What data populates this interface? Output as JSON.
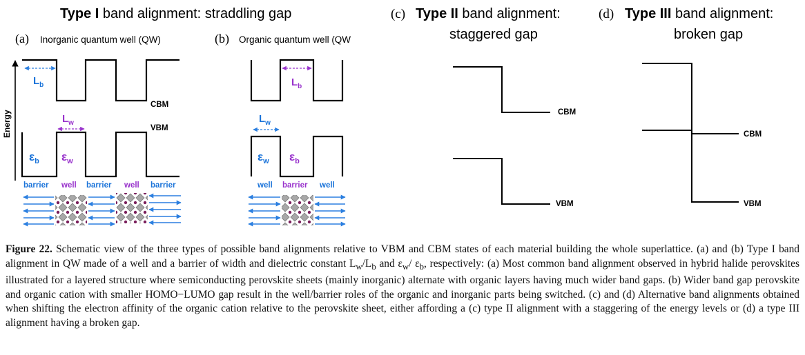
{
  "figure": {
    "title_type_i": {
      "bold": "Type I",
      "rest": " band alignment: straddling gap"
    },
    "panel_a": {
      "letter": "(a)",
      "title": "Inorganic quantum well (QW)"
    },
    "panel_b": {
      "letter": "(b)",
      "title": "Organic quantum well (QW"
    },
    "panel_c": {
      "letter": "(c)",
      "bold": "Type II",
      "rest": " band alignment:",
      "line2": "staggered gap"
    },
    "panel_d": {
      "letter": "(d)",
      "bold": "Type III",
      "rest": " band alignment:",
      "line2": "broken gap"
    },
    "energy_label": "Energy",
    "cbm": "CBM",
    "vbm": "VBM",
    "lb": {
      "base": "L",
      "sub": "b"
    },
    "lw": {
      "base": "L",
      "sub": "w"
    },
    "eps_b": {
      "base": "ε",
      "sub": "b"
    },
    "eps_w": {
      "base": "ε",
      "sub": "w"
    },
    "labels_a": [
      "barrier",
      "well",
      "barrier",
      "well",
      "barrier"
    ],
    "labels_b": [
      "well",
      "barrier",
      "well"
    ],
    "colors": {
      "blue": "#1a73d9",
      "purple": "#9933cc",
      "black": "#000000",
      "arrow_blue": "#2b7fe0",
      "grey": "#9a9a9a",
      "dot": "#7a1f5c"
    }
  },
  "caption": {
    "label": "Figure 22.",
    "text": " Schematic view of the three types of possible band alignments relative to VBM and CBM states of each material building the whole superlattice. (a) and (b) Type I band alignment in QW made of a well and a barrier of width and dielectric constant L",
    "sub1": "w",
    "t2": "/L",
    "sub2": "b",
    "t3": " and ε",
    "sub3": "w",
    "t4": "/ ε",
    "sub4": "b",
    "t5": ", respectively: (a) Most common band alignment observed in hybrid halide perovskites illustrated for a layered structure where semiconducting perovskite sheets (mainly inorganic) alternate with organic layers having much wider band gaps. (b) Wider band gap perovskite and organic cation with smaller HOMO−LUMO gap result in the well/barrier roles of the organic and inorganic parts being switched. (c) and (d) Alternative band alignments obtained when shifting the electron affinity of the organic cation relative to the perovskite sheet, either affording a (c) type II alignment with a staggering of the energy levels or (d) a type III alignment having a broken gap."
  }
}
